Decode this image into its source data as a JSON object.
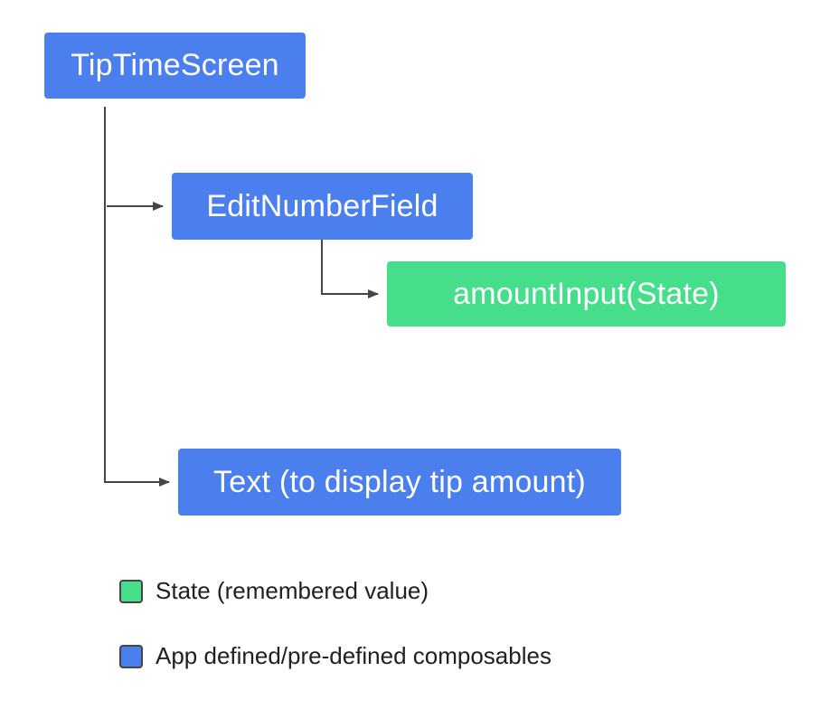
{
  "colors": {
    "composable": "#4a7fed",
    "state": "#45de8a",
    "connector": "#454545"
  },
  "nodes": {
    "tip_time_screen": {
      "label": "TipTimeScreen",
      "kind": "composable"
    },
    "edit_number_field": {
      "label": "EditNumberField",
      "kind": "composable"
    },
    "amount_input": {
      "label": "amountInput(State)",
      "kind": "state"
    },
    "text_display": {
      "label": "Text (to display tip amount)",
      "kind": "composable"
    }
  },
  "edges": [
    {
      "from": "tip_time_screen",
      "to": "edit_number_field"
    },
    {
      "from": "edit_number_field",
      "to": "amount_input"
    },
    {
      "from": "tip_time_screen",
      "to": "text_display"
    }
  ],
  "legend": {
    "state_label": "State (remembered value)",
    "composable_label": "App defined/pre-defined composables"
  }
}
